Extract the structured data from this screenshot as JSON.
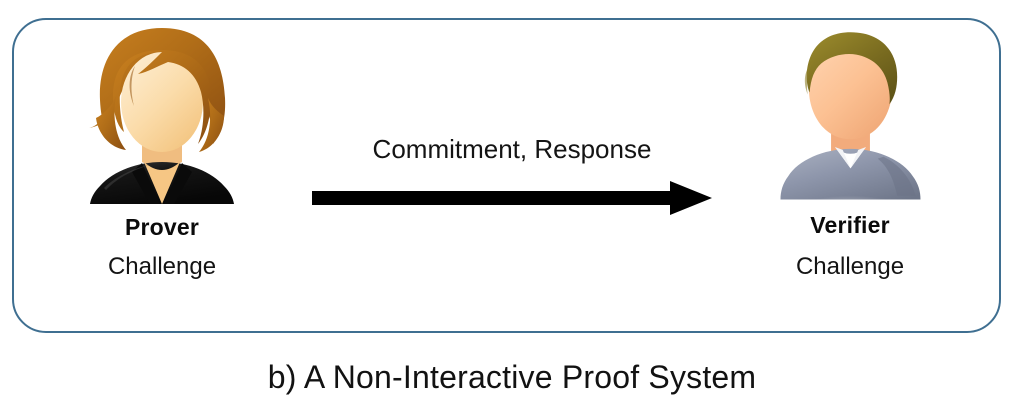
{
  "figure": {
    "caption": "b) A Non-Interactive Proof System",
    "panel_border_color": "#3f6f91",
    "background_color": "#ffffff"
  },
  "prover": {
    "avatar_icon": "female-user-avatar-icon",
    "name": "Prover",
    "subtitle": "Challenge",
    "hair_color": "#a8621a",
    "skin_color": "#fbd5a0",
    "clothing_color": "#141414"
  },
  "verifier": {
    "avatar_icon": "male-user-avatar-icon",
    "name": "Verifier",
    "subtitle": "Challenge",
    "hair_color": "#7a6c22",
    "skin_color": "#fcc193",
    "clothing_color": "#8e96ab"
  },
  "message": {
    "label": "Commitment, Response",
    "arrow_icon": "right-arrow-icon",
    "arrow_color": "#000000",
    "direction": "prover-to-verifier"
  }
}
